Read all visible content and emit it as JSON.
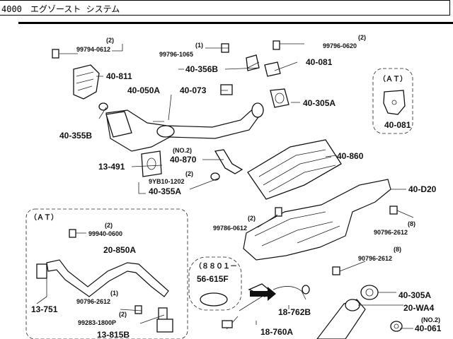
{
  "title": "4000　エグゾースト システム",
  "insets": {
    "at_top": "（ＡＴ）",
    "at_left": "（ＡＴ）",
    "date_circle": "（８８０１－",
    "date_part": "56-615F"
  },
  "labels": {
    "q2_a": "(2)",
    "p99794": "99794-0612",
    "p40_811": "40-811",
    "q1_a": "(1)",
    "p99796_1065": "99796-1065",
    "q2_b": "(2)",
    "p99796_0620": "99796-0620",
    "p40_356b": "40-356B",
    "p40_081": "40-081",
    "p40_050a": "40-050A",
    "p40_073": "40-073",
    "p40_305a_top": "40-305A",
    "p40_355b": "40-355B",
    "p40_081_at": "40-081",
    "no2_a": "(NO.2)",
    "p40_870": "40-870",
    "p40_860": "40-860",
    "p13_491": "13-491",
    "q2_c": "(2)",
    "p9yb10": "9YB10-1202",
    "p40_355a": "40-355A",
    "p40_d20": "40-D20",
    "q2_d": "(2)",
    "p99786": "99786-0612",
    "q8_a": "(8)",
    "p90796_a": "90796-2612",
    "q8_b": "(8)",
    "p90796_b": "90796-2612",
    "q2_e": "(2)",
    "p99940": "99940-0600",
    "p20_850a": "20-850A",
    "q1_b": "(1)",
    "p90796_c": "90796-2612",
    "q2_f": "(2)",
    "p99283": "99283-1800P",
    "p13_751": "13-751",
    "p13_815b": "13-815B",
    "p18_762b": "18-762B",
    "p18_760a": "18-760A",
    "p40_305a_bot": "40-305A",
    "p20_wa4": "20-WA4",
    "no2_b": "(NO.2)",
    "p40_061": "40-061"
  }
}
